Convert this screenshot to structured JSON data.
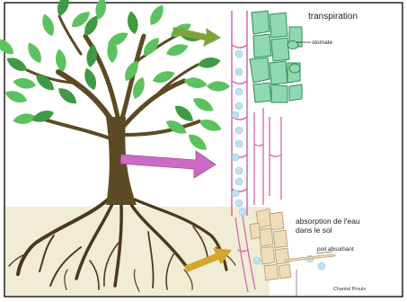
{
  "labels": {
    "transpiration": "transpiration",
    "stomate": "stomate",
    "absorption_line1": "absorption de l'eau",
    "absorption_line2": "dans le sol",
    "poil_absorbant": "poil absorbant",
    "credit": "Chantal Proulx"
  },
  "colors": {
    "leaf": "#5cc25f",
    "leaf_dark": "#3f9a43",
    "trunk": "#5c4a24",
    "root": "#4a3a1a",
    "soil": "#efe9cc",
    "arrow_green": "#7ea33a",
    "arrow_pink": "#cc6bc4",
    "arrow_gold": "#d2a62d",
    "vessel": "#d56fb6",
    "leaf_cell": "#8ed9b0",
    "leaf_cell_edge": "#2f8a5c",
    "root_cell": "#efdcb9",
    "root_cell_edge": "#b89f77",
    "water_drop": "#bfe1f2"
  },
  "icons": [
    "arrow-to-leaf",
    "arrow-to-stem",
    "arrow-to-root"
  ]
}
